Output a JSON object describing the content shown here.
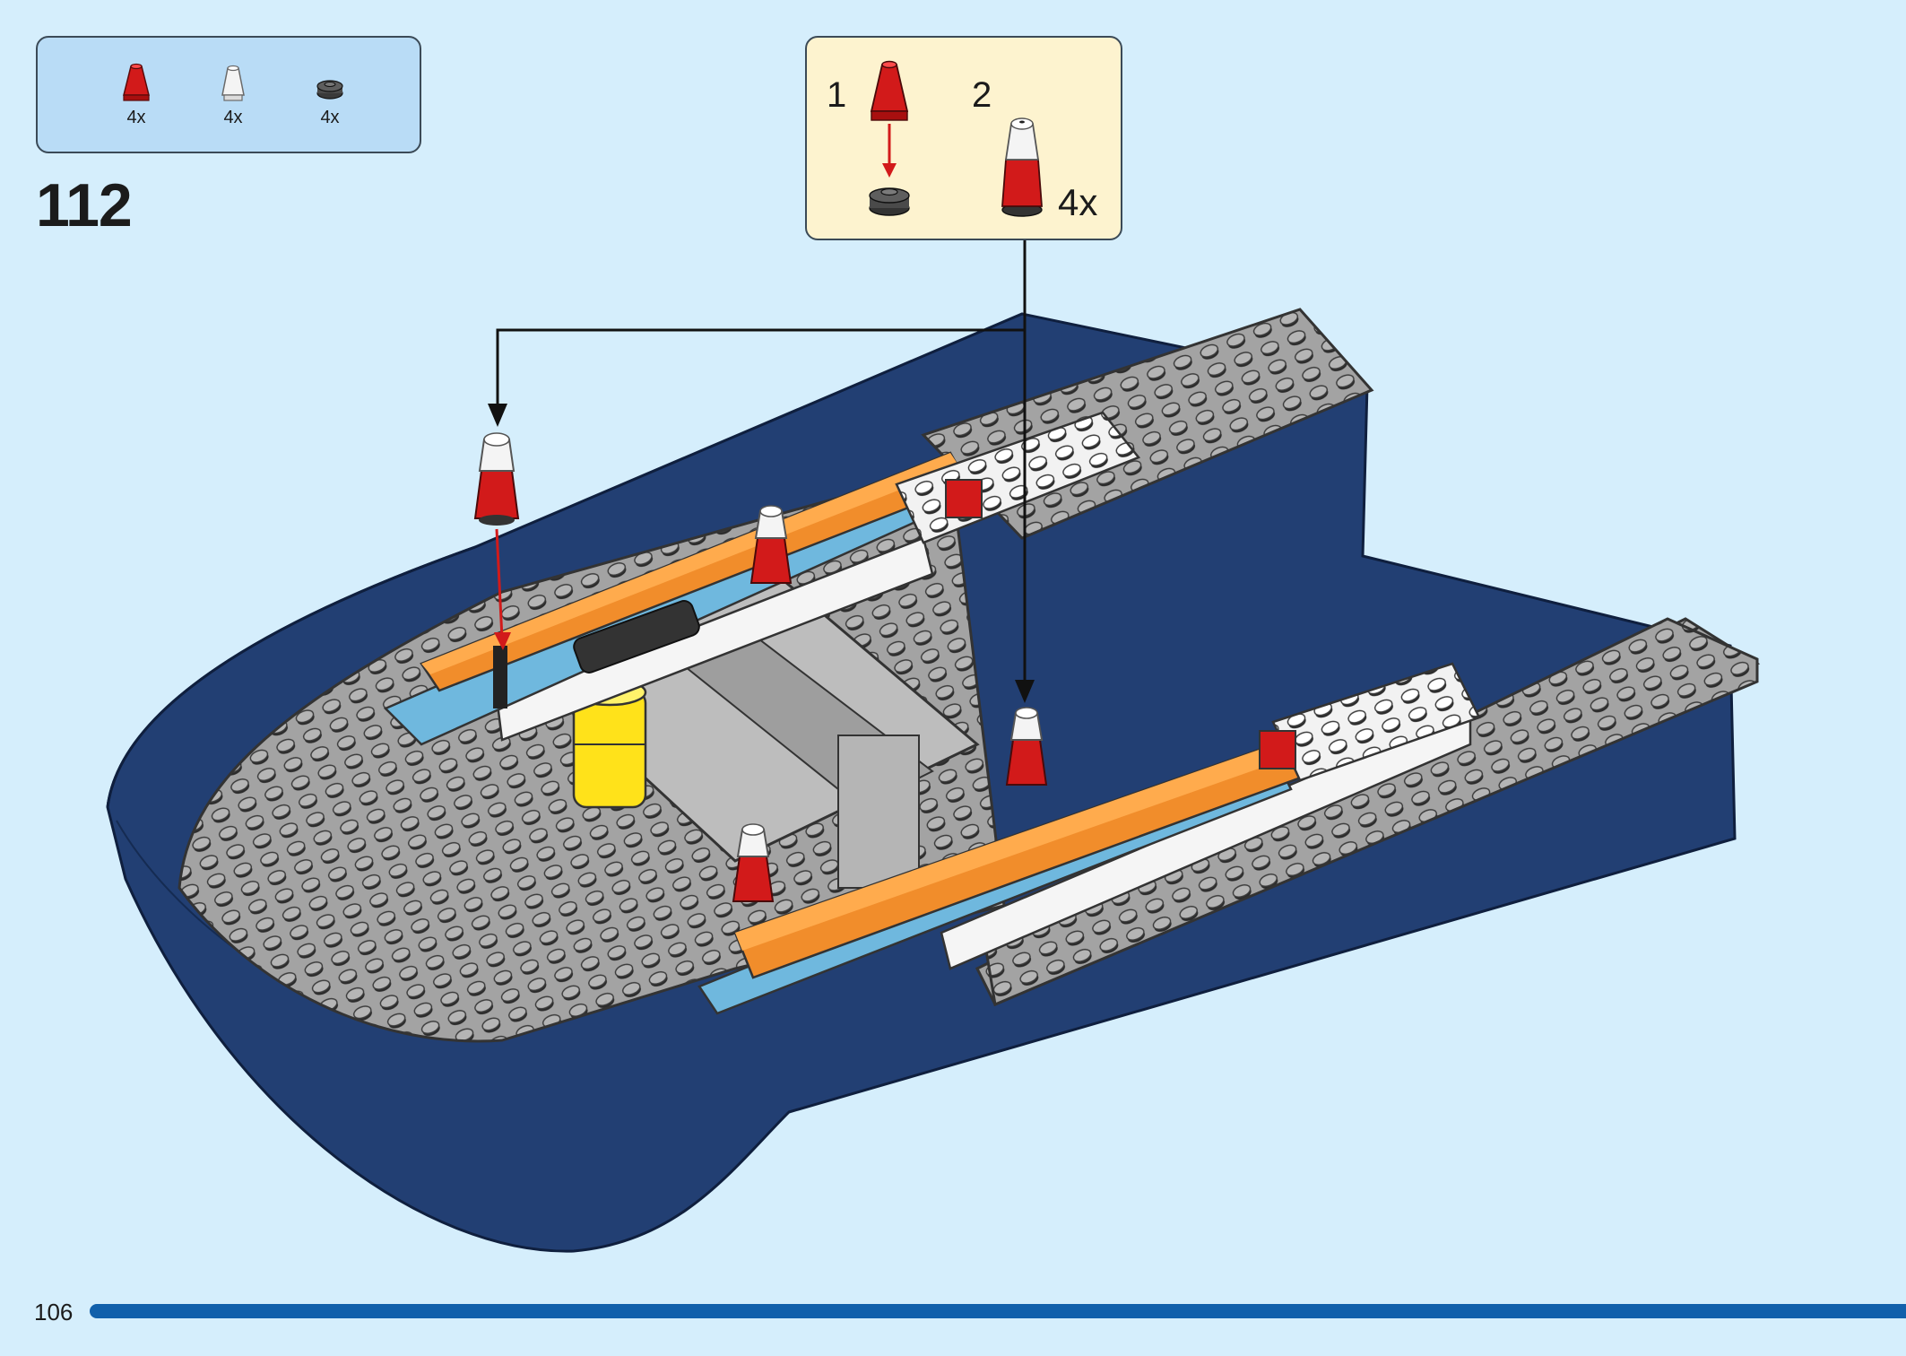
{
  "page": {
    "number": "106"
  },
  "step": {
    "number": "112"
  },
  "parts_list": [
    {
      "icon": "red-cone-icon",
      "color": "#d21a1a",
      "qty": "4x"
    },
    {
      "icon": "white-cone-icon",
      "color": "#f2f2f2",
      "qty": "4x"
    },
    {
      "icon": "dark-round-plate-icon",
      "color": "#4a4a4a",
      "qty": "4x"
    }
  ],
  "callout": {
    "sub_step_1": "1",
    "sub_step_2": "2",
    "qty": "4x"
  },
  "colors": {
    "background": "#d5eefc",
    "hull_blue": "#223f73",
    "deck_gray": "#9a9a9a",
    "accent_orange": "#f18d2b",
    "light_blue": "#6fb8de",
    "progress_bar": "#1160ab"
  }
}
